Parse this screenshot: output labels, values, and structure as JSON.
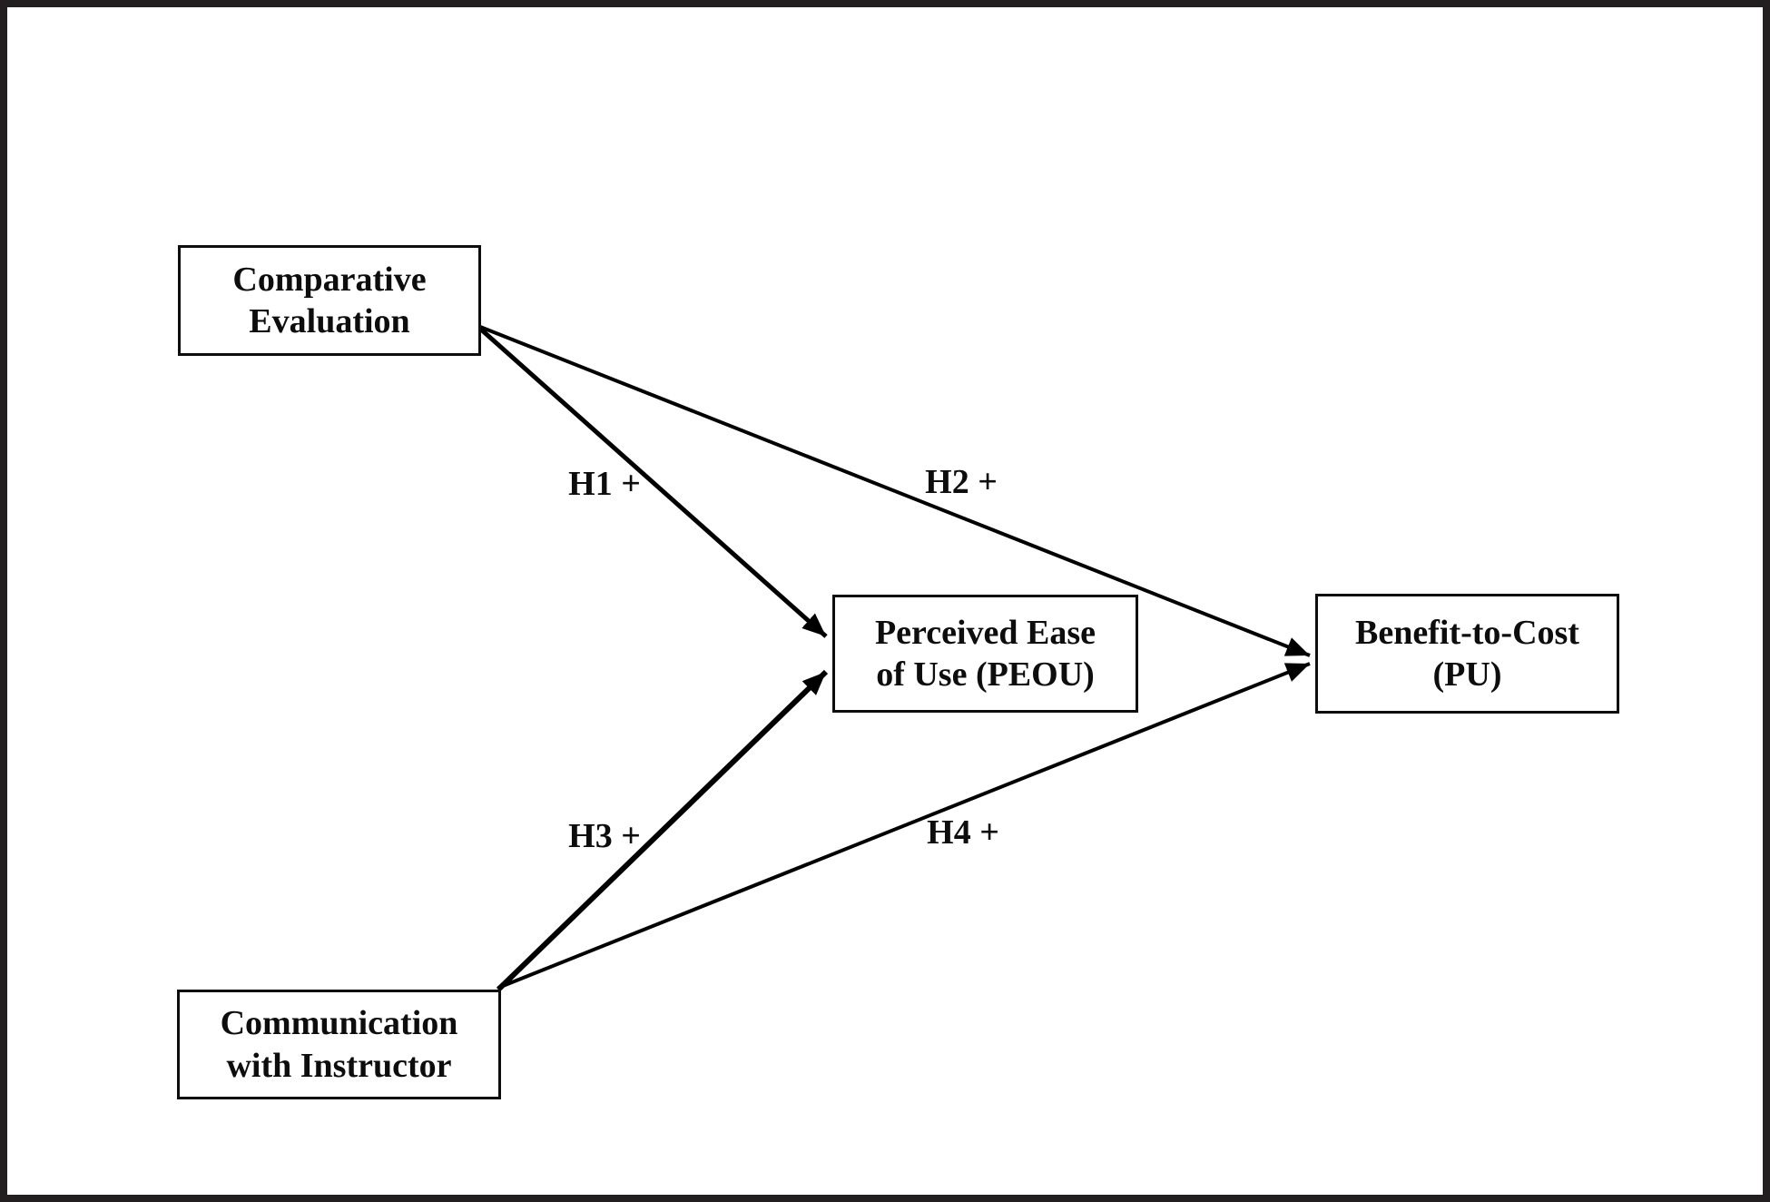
{
  "page": {
    "background_color": "#ffffff",
    "frame_color": "#231f20",
    "line_color": "#000000",
    "text_color": "#0d0d0d"
  },
  "diagram": {
    "nodes": [
      {
        "id": "comparative-evaluation",
        "label": "Comparative\nEvaluation"
      },
      {
        "id": "communication-with-instructor",
        "label": "Communication\nwith Instructor"
      },
      {
        "id": "perceived-ease-of-use",
        "label": "Perceived Ease\nof Use (PEOU)"
      },
      {
        "id": "benefit-to-cost",
        "label": "Benefit-to-Cost\n(PU)"
      }
    ],
    "edges": [
      {
        "id": "h1",
        "label": "H1 +",
        "from": "comparative-evaluation",
        "to": "perceived-ease-of-use"
      },
      {
        "id": "h2",
        "label": "H2 +",
        "from": "comparative-evaluation",
        "to": "benefit-to-cost"
      },
      {
        "id": "h3",
        "label": "H3 +",
        "from": "communication-with-instructor",
        "to": "perceived-ease-of-use"
      },
      {
        "id": "h4",
        "label": "H4 +",
        "from": "communication-with-instructor",
        "to": "benefit-to-cost"
      }
    ]
  }
}
